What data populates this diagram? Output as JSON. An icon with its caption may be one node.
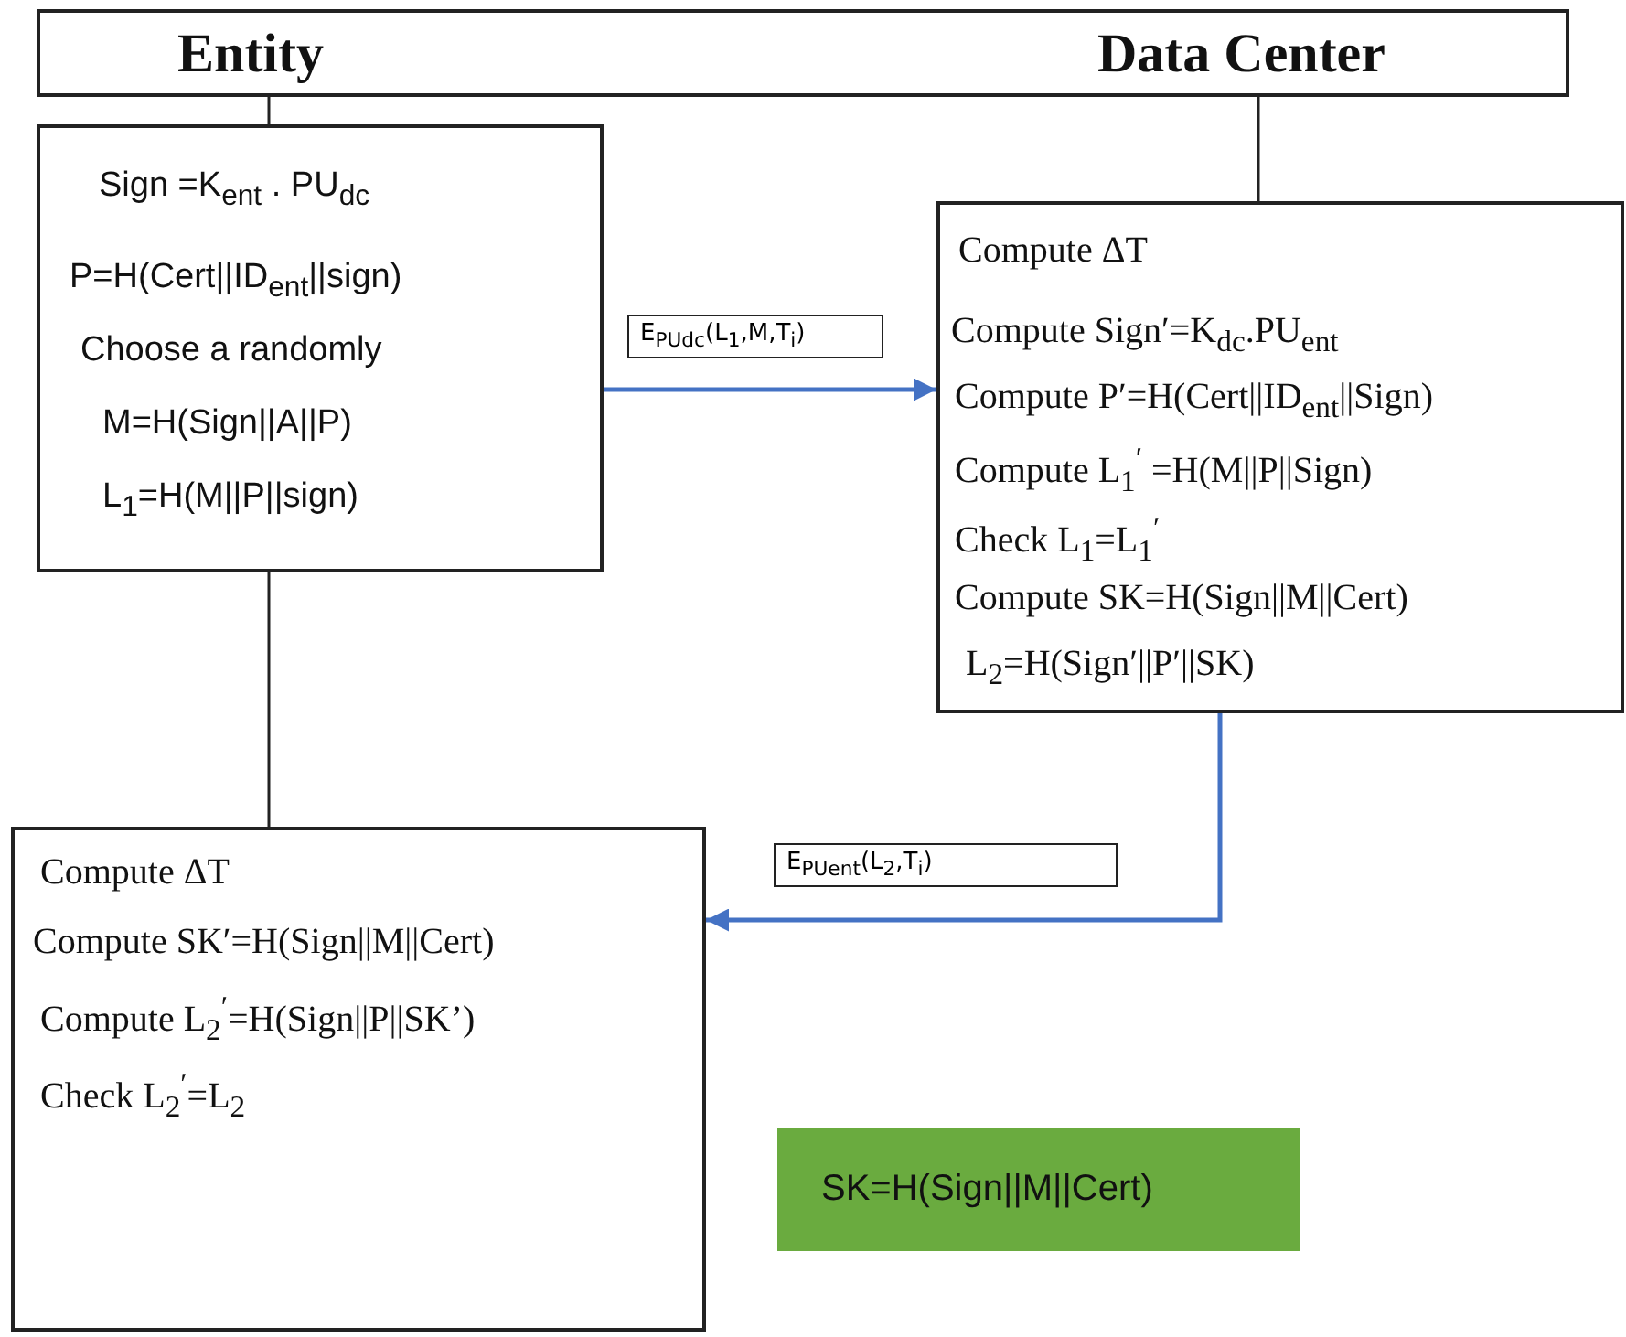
{
  "diagram": {
    "nodes": [
      {
        "text": [
          "Entity",
          "Data Center"
        ]
      },
      {
        "text": [
          "Sign =K$_{ent}$ . PU$_{dc}$",
          "P=H(Cert||ID$_{ent}$||sign)",
          "Choose a randomly",
          "M=H(Sign||A||P)",
          "L$_{1}$=H(M||P||sign)"
        ]
      },
      {
        "text": [
          "Compute ΔT",
          "Compute Sign′=K$_{dc}$.PU$_{ent}$",
          "Compute P′=H(Cert||ID$_{ent}$||Sign)",
          "Compute L$_{1}$$^{′}$ =H(M||P||Sign)",
          "Check L$_{1}$=L$_{1}$$^{′}$",
          "Compute SK=H(Sign||M||Cert)",
          "L$_{2}$=H(Sign′||P′||SK)"
        ]
      },
      {
        "text": [
          "Compute ΔT",
          "Compute SK′=H(Sign||M||Cert)",
          "Compute L$_{2}$$^{′}$=H(Sign||P||SK’)",
          "Check L$_{2}$$^{′}$=L$_{2}$"
        ]
      },
      {
        "text": [
          "SK=H(Sign||M||Cert)"
        ]
      }
    ],
    "edges": [
      {
        "from": 0,
        "to": 1,
        "arrow": "none"
      },
      {
        "from": 0,
        "to": 2,
        "arrow": "none"
      },
      {
        "from": 1,
        "to": 3,
        "arrow": "none"
      },
      {
        "from": 1,
        "to": 2,
        "arrow": "to",
        "label": "E$_{PUdc}$(L$_{1}$,M,T$_{i}$)",
        "color": "#4472c4"
      },
      {
        "from": 2,
        "to": 3,
        "arrow": "to",
        "label": "E$_{PUent}$(L$_{2}$,T$_{i}$)",
        "color": "#4472c4"
      }
    ]
  }
}
